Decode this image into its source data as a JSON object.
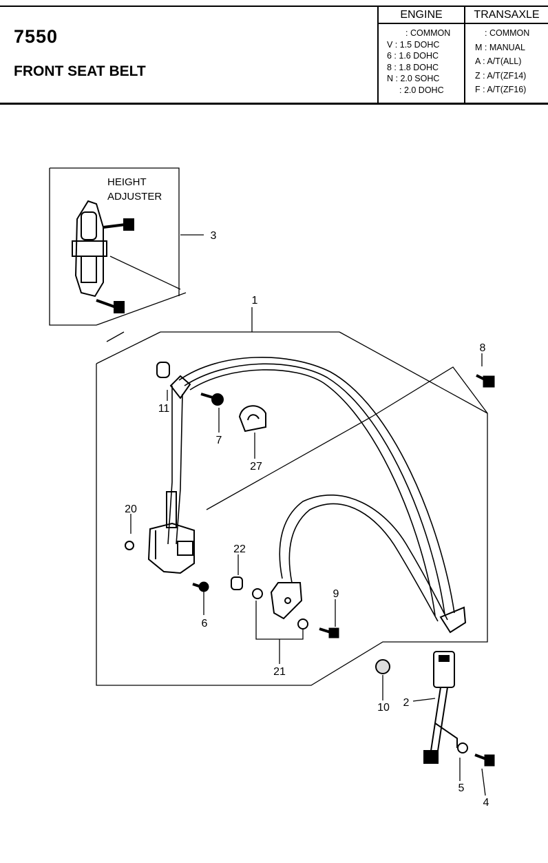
{
  "header": {
    "code": "7550",
    "title": "FRONT SEAT BELT",
    "engine_heading": "ENGINE",
    "transaxle_heading": "TRANSAXLE",
    "engine_options": [
      ": COMMON",
      "V : 1.5 DOHC",
      "6 : 1.6 DOHC",
      "8 : 1.8 DOHC",
      "N : 2.0 SOHC",
      ": 2.0 DOHC"
    ],
    "transaxle_options": [
      ": COMMON",
      "M : MANUAL",
      "A : A/T(ALL)",
      "Z : A/T(ZF14)",
      "F : A/T(ZF16)"
    ]
  },
  "diagram": {
    "inset_label_line1": "HEIGHT",
    "inset_label_line2": "ADJUSTER",
    "callouts": {
      "p1": "1",
      "p2": "2",
      "p3": "3",
      "p4": "4",
      "p5": "5",
      "p6": "6",
      "p7": "7",
      "p8": "8",
      "p9": "9",
      "p10": "10",
      "p11": "11",
      "p20": "20",
      "p21": "21",
      "p22": "22",
      "p27": "27"
    }
  }
}
